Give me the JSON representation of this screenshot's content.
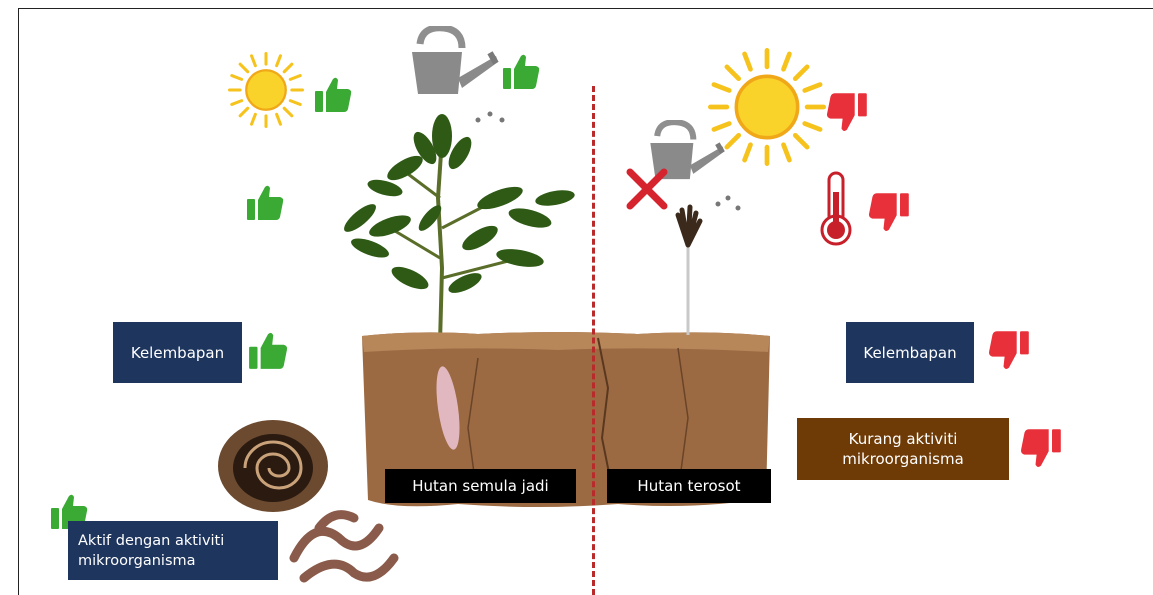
{
  "labels": {
    "left_moisture": "Kelembapan",
    "right_moisture": "Kelembapan",
    "left_micro": "Aktif dengan aktiviti mikroorganisma",
    "right_micro": "Kurang aktiviti mikroorganisma",
    "left_soil": "Hutan semula jadi",
    "right_soil": "Hutan terosot"
  },
  "icons": {
    "positive": "thumbs-up-icon",
    "negative": "thumbs-down-icon",
    "sun": "sun-icon",
    "watering_can": "watering-can-icon",
    "thermometer": "thermometer-icon",
    "cross": "cross-icon"
  },
  "colors": {
    "positive": "#3aaa35",
    "negative": "#e8303a",
    "label_navy": "#1e355e",
    "label_brown": "#6e3a06",
    "divider": "#b92b2b",
    "sun": "#f6c21c"
  }
}
